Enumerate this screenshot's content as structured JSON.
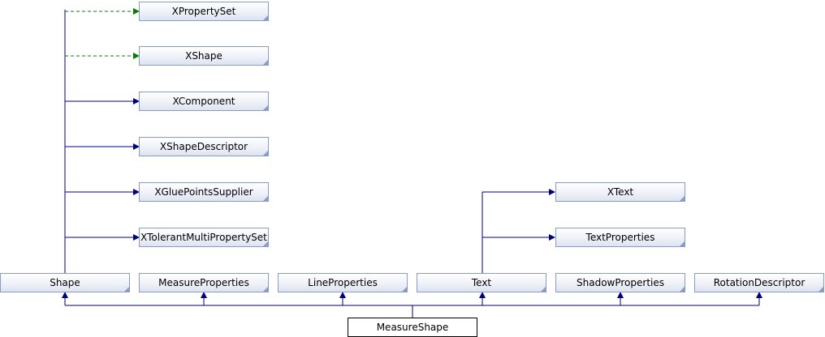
{
  "diagram": {
    "colors": {
      "edge": "#000080",
      "dashed_edge": "#008000",
      "node_border": "#8b9bc7",
      "target_border": "#000000"
    },
    "nodes": {
      "xpropertyset": "XPropertySet",
      "xshape": "XShape",
      "xcomponent": "XComponent",
      "xshapedescriptor": "XShapeDescriptor",
      "xgluepointssupplier": "XGluePointsSupplier",
      "xtolerantmultipropertyset": "XTolerantMultiPropertySet",
      "xtext": "XText",
      "textproperties": "TextProperties",
      "shape": "Shape",
      "measureproperties": "MeasureProperties",
      "lineproperties": "LineProperties",
      "text": "Text",
      "shadowproperties": "ShadowProperties",
      "rotationdescriptor": "RotationDescriptor",
      "measureshape": "MeasureShape"
    },
    "relations": [
      {
        "from": "Shape",
        "to": "XPropertySet",
        "style": "dashed"
      },
      {
        "from": "Shape",
        "to": "XShape",
        "style": "dashed"
      },
      {
        "from": "Shape",
        "to": "XComponent",
        "style": "solid"
      },
      {
        "from": "Shape",
        "to": "XShapeDescriptor",
        "style": "solid"
      },
      {
        "from": "Shape",
        "to": "XGluePointsSupplier",
        "style": "solid"
      },
      {
        "from": "Shape",
        "to": "XTolerantMultiPropertySet",
        "style": "solid"
      },
      {
        "from": "Text",
        "to": "XText",
        "style": "solid"
      },
      {
        "from": "Text",
        "to": "TextProperties",
        "style": "solid"
      },
      {
        "from": "MeasureShape",
        "to": "Shape",
        "style": "solid"
      },
      {
        "from": "MeasureShape",
        "to": "MeasureProperties",
        "style": "solid"
      },
      {
        "from": "MeasureShape",
        "to": "LineProperties",
        "style": "solid"
      },
      {
        "from": "MeasureShape",
        "to": "Text",
        "style": "solid"
      },
      {
        "from": "MeasureShape",
        "to": "ShadowProperties",
        "style": "solid"
      },
      {
        "from": "MeasureShape",
        "to": "RotationDescriptor",
        "style": "solid"
      }
    ]
  }
}
